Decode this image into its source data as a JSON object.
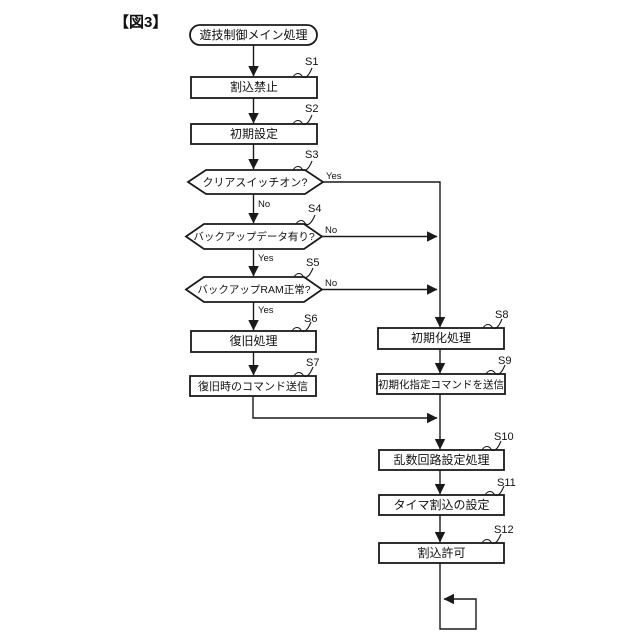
{
  "figure": {
    "title": "【図3】"
  },
  "flowchart": {
    "start": {
      "label": "遊技制御メイン処理"
    },
    "steps": [
      {
        "id": "S1",
        "label": "割込禁止",
        "type": "process"
      },
      {
        "id": "S2",
        "label": "初期設定",
        "type": "process"
      },
      {
        "id": "S3",
        "label": "クリアスイッチオン?",
        "type": "decision",
        "yes_label": "Yes",
        "no_label": "No"
      },
      {
        "id": "S4",
        "label": "バックアップデータ有り?",
        "type": "decision",
        "yes_label": "Yes",
        "no_label": "No"
      },
      {
        "id": "S5",
        "label": "バックアップRAM正常?",
        "type": "decision",
        "yes_label": "Yes",
        "no_label": "No"
      },
      {
        "id": "S6",
        "label": "復旧処理",
        "type": "process"
      },
      {
        "id": "S7",
        "label": "復旧時のコマンド送信",
        "type": "process"
      },
      {
        "id": "S8",
        "label": "初期化処理",
        "type": "process"
      },
      {
        "id": "S9",
        "label": "初期化指定コマンドを送信",
        "type": "process"
      },
      {
        "id": "S10",
        "label": "乱数回路設定処理",
        "type": "process"
      },
      {
        "id": "S11",
        "label": "タイマ割込の設定",
        "type": "process"
      },
      {
        "id": "S12",
        "label": "割込許可",
        "type": "process"
      }
    ],
    "colors": {
      "line": "#1a1a1a",
      "background": "#ffffff"
    }
  }
}
